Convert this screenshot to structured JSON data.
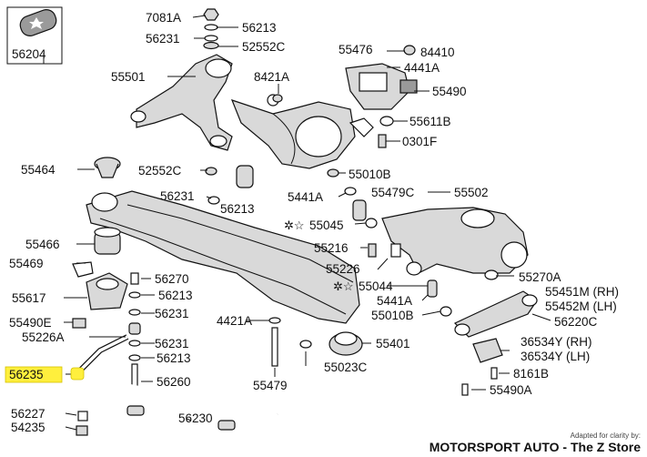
{
  "labels": {
    "p7081a": "7081A",
    "p56213a": "56213",
    "p56231a": "56231",
    "p52552ca": "52552C",
    "p56204": "56204",
    "p55476": "55476",
    "p84410": "84410",
    "p4441aa": "4441A",
    "p55490": "55490",
    "p55501": "55501",
    "p8421a": "8421A",
    "p55611b": "55611B",
    "p0301f": "0301F",
    "p55464": "55464",
    "p52552cb": "52552C",
    "p55010ba": "55010B",
    "p56231b": "56231",
    "p5441aa": "5441A",
    "p55479c": "55479C",
    "p55502": "55502",
    "p56213b": "56213",
    "p55045": "55045",
    "p55466": "55466",
    "p55216": "55216",
    "p55469": "55469",
    "p56270": "56270",
    "p55226": "55226",
    "p55270a": "55270A",
    "p56213c": "56213",
    "p55044": "55044",
    "p55451m": "55451M (RH)",
    "p55617": "55617",
    "p56231c": "56231",
    "p5441ab": "5441A",
    "p55452m": "55452M (LH)",
    "p55490e": "55490E",
    "p4421a": "4421A",
    "p55010bb": "55010B",
    "p56220c": "56220C",
    "p55226a": "55226A",
    "p56231d": "56231",
    "p55401": "55401",
    "p36534yrh": "36534Y (RH)",
    "p56213d": "56213",
    "p36534ylh": "36534Y (LH)",
    "p56235": "56235",
    "p55023c": "55023C",
    "p56260": "56260",
    "p8161b": "8161B",
    "p55479": "55479",
    "p55490a": "55490A",
    "p56227": "56227",
    "p56230": "56230",
    "p54235": "54235"
  },
  "credit": {
    "note": "Adapted for clarity by:",
    "brand": "MOTORSPORT AUTO - The Z Store"
  },
  "highlight_color": "#ffef3d"
}
